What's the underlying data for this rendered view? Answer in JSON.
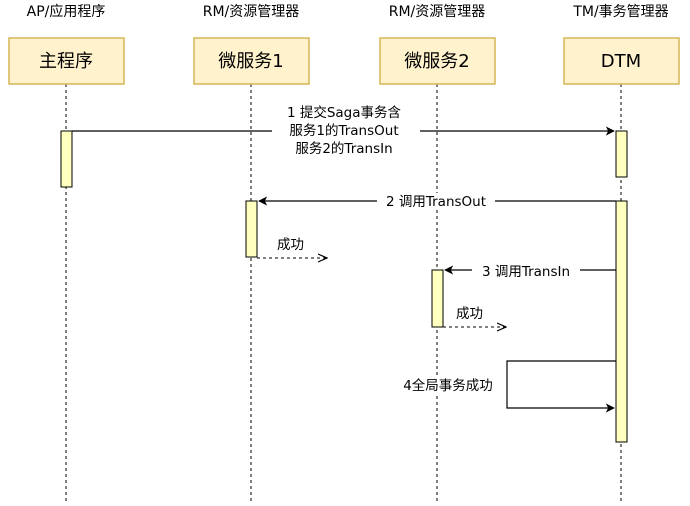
{
  "participants": [
    {
      "role": "AP/应用程序",
      "name": "主程序"
    },
    {
      "role": "RM/资源管理器",
      "name": "微服务1"
    },
    {
      "role": "RM/资源管理器",
      "name": "微服务2"
    },
    {
      "role": "TM/事务管理器",
      "name": "DTM"
    }
  ],
  "messages": [
    {
      "lines": [
        "1 提交Saga事务含",
        "服务1的TransOut",
        "服务2的TransIn"
      ]
    },
    {
      "lines": [
        "2 调用TransOut"
      ]
    },
    {
      "lines": [
        "成功"
      ]
    },
    {
      "lines": [
        "3 调用TransIn"
      ]
    },
    {
      "lines": [
        "成功"
      ]
    },
    {
      "lines": [
        "4全局事务成功"
      ]
    }
  ],
  "colors": {
    "box_fill": "#fff2cc",
    "box_stroke": "#d6b656",
    "activation_fill": "#ffffc0",
    "line": "#000000"
  }
}
